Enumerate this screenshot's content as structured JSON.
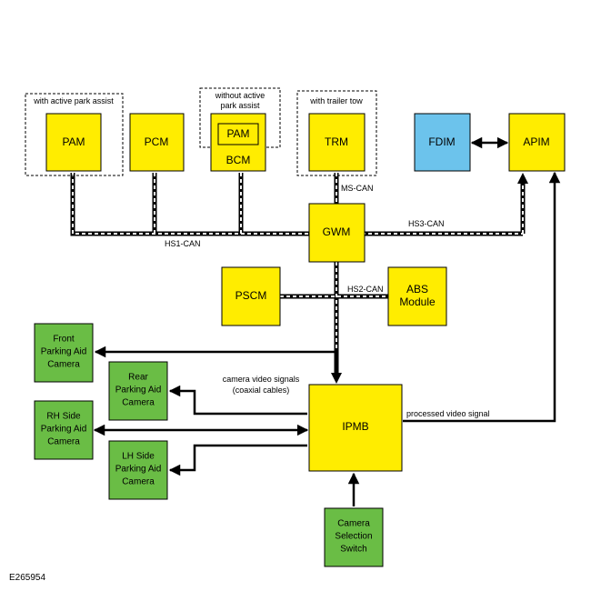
{
  "figure_id": "E265954",
  "modules": {
    "pam": "PAM",
    "pcm": "PCM",
    "bcm": "BCM",
    "bcm_inner_pam": "PAM",
    "trm": "TRM",
    "fdim": "FDIM",
    "apim": "APIM",
    "gwm": "GWM",
    "pscm": "PSCM",
    "abs_line1": "ABS",
    "abs_line2": "Module",
    "ipmb": "IPMB"
  },
  "option_labels": {
    "active_park_assist": "with active park assist",
    "without_active_line1": "without active",
    "without_active_line2": "park assist",
    "trailer_tow": "with trailer tow"
  },
  "buses": {
    "hs1": "HS1-CAN",
    "hs2": "HS2-CAN",
    "hs3": "HS3-CAN",
    "ms": "MS-CAN"
  },
  "cameras": {
    "front": [
      "Front",
      "Parking Aid",
      "Camera"
    ],
    "rear": [
      "Rear",
      "Parking Aid",
      "Camera"
    ],
    "rh": [
      "RH Side",
      "Parking Aid",
      "Camera"
    ],
    "lh": [
      "LH Side",
      "Parking Aid",
      "Camera"
    ],
    "switch": [
      "Camera",
      "Selection",
      "Switch"
    ]
  },
  "signals": {
    "camera_video_line1": "camera video signals",
    "camera_video_line2": "(coaxial cables)",
    "processed_video": "processed video signal"
  },
  "colors": {
    "module_yellow": "#ffed00",
    "camera_green": "#6abd45",
    "fdim_blue": "#6cc3ec"
  }
}
